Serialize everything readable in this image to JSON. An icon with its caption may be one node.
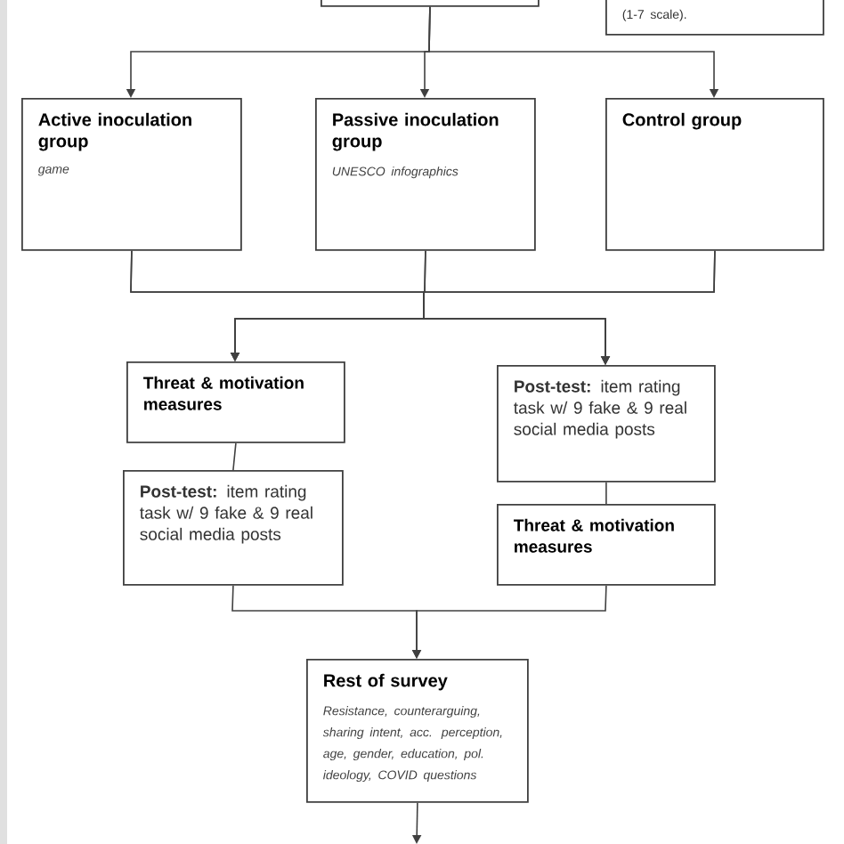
{
  "diagram": {
    "nodes": [
      {
        "text": [],
        "shape": "box"
      },
      {
        "text": [
          "(1-7 scale)."
        ]
      },
      {
        "text": [
          "Active inoculation group",
          "game"
        ]
      },
      {
        "text": [
          "Passive inoculation group",
          "UNESCO infographics"
        ]
      },
      {
        "text": [
          "Control group"
        ]
      },
      {
        "text": [
          "Threat & motivation measures"
        ]
      },
      {
        "text": [
          "**Post-test:** item rating task w/ 9 fake & 9 real social media posts"
        ]
      },
      {
        "text": [
          "**Post-test:** item rating task w/ 9 fake & 9 real social media posts"
        ]
      },
      {
        "text": [
          "Threat & motivation measures"
        ]
      },
      {
        "text": [
          "Rest of survey",
          "Resistance, counterarguing, sharing intent, acc. perception, age, gender, education, pol. ideology, COVID questions"
        ]
      }
    ],
    "edges": [
      {
        "from": 0,
        "to": 2,
        "arrow": "to"
      },
      {
        "from": 0,
        "to": 3,
        "arrow": "to"
      },
      {
        "from": 0,
        "to": 4,
        "arrow": "to"
      },
      {
        "from": 2,
        "to": 5,
        "arrow": "to"
      },
      {
        "from": 3,
        "to": 5,
        "arrow": "to"
      },
      {
        "from": 4,
        "to": 5,
        "arrow": "to"
      },
      {
        "from": 2,
        "to": 7,
        "arrow": "to"
      },
      {
        "from": 3,
        "to": 7,
        "arrow": "to"
      },
      {
        "from": 4,
        "to": 7,
        "arrow": "to"
      },
      {
        "from": 5,
        "to": 6,
        "arrow": "none"
      },
      {
        "from": 7,
        "to": 8,
        "arrow": "none"
      },
      {
        "from": 6,
        "to": 9,
        "arrow": "to"
      },
      {
        "from": 8,
        "to": 9,
        "arrow": "to"
      },
      {
        "from": 9,
        "to": null,
        "arrow": "to"
      }
    ]
  }
}
